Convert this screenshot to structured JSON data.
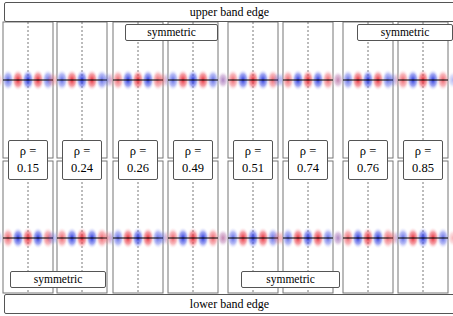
{
  "diagram": {
    "nodes": [
      {
        "text": [
          "upper band edge"
        ]
      },
      {
        "text": [
          "symmetric"
        ]
      },
      {
        "text": [
          "symmetric"
        ]
      },
      {
        "text": [
          "ρ = 0.15"
        ]
      },
      {
        "text": [
          "ρ = 0.24"
        ]
      },
      {
        "text": [
          "ρ = 0.26"
        ]
      },
      {
        "text": [
          "ρ = 0.49"
        ]
      },
      {
        "text": [
          "ρ = 0.51"
        ]
      },
      {
        "text": [
          "ρ = 0.74"
        ]
      },
      {
        "text": [
          "ρ = 0.76"
        ]
      },
      {
        "text": [
          "ρ = 0.85"
        ]
      },
      {
        "text": [
          "symmetric"
        ]
      },
      {
        "text": [
          "symmetric"
        ]
      },
      {
        "text": [
          "lower band edge"
        ]
      }
    ]
  }
}
